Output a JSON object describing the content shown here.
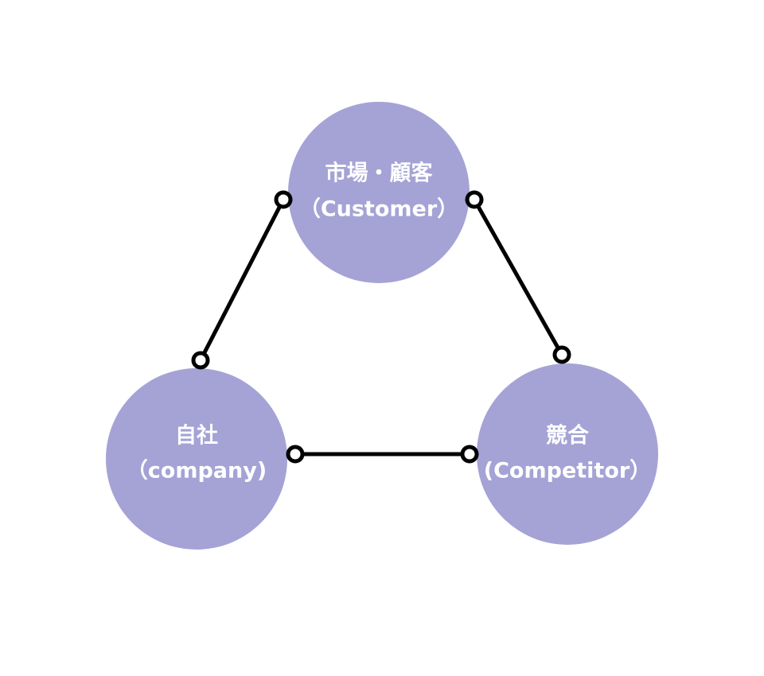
{
  "nodes": {
    "customer": {
      "line1": "市場・顧客",
      "line2": "（Customer）"
    },
    "company": {
      "line1": "自社",
      "line2": "（company)"
    },
    "competitor": {
      "line1": "競合",
      "line2": "(Competitor）"
    }
  },
  "colors": {
    "node_fill": "#a5a3d5",
    "label_text": "#ffffff",
    "connector": "#000000",
    "endpoint_fill": "#ffffff"
  }
}
